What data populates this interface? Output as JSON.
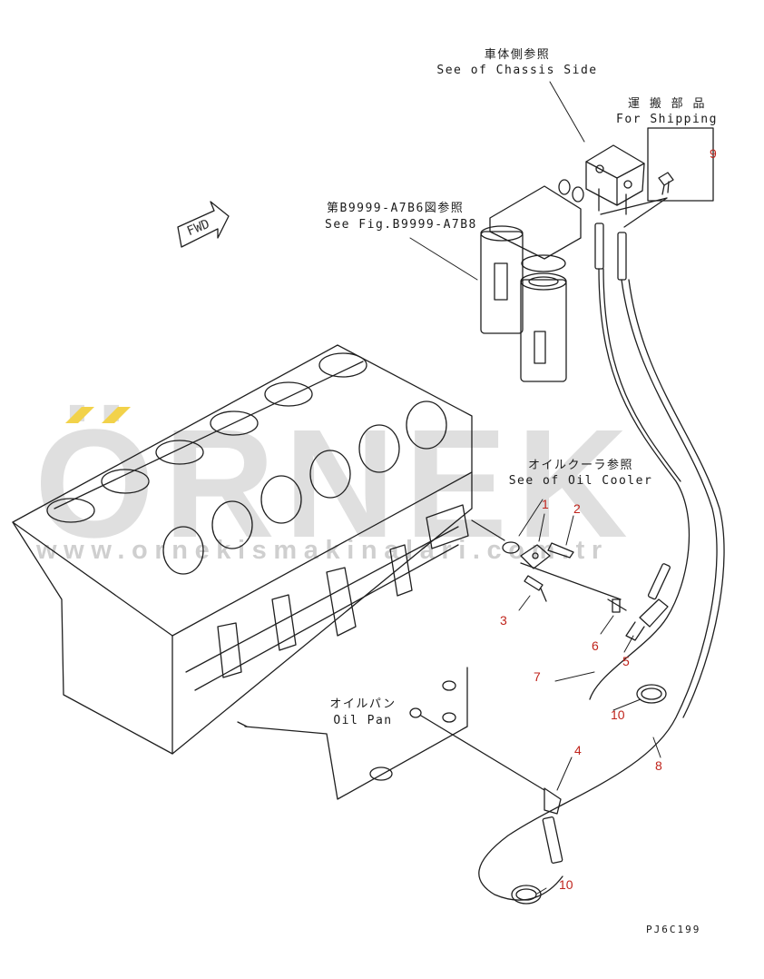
{
  "watermark": {
    "brand": "ÖRNEK",
    "url": "www.ornekismakinalari.com.tr"
  },
  "labels": {
    "chassis_jp": "車体側参照",
    "chassis_en": "See of Chassis Side",
    "shipping_jp": "運 搬 部 品",
    "shipping_en": "For Shipping",
    "fig_jp": "第B9999-A7B6図参照",
    "fig_en": "See Fig.B9999-A7B8",
    "cooler_jp": "オイルクーラ参照",
    "cooler_en": "See of Oil Cooler",
    "pan_jp": "オイルパン",
    "pan_en": "Oil Pan",
    "fwd": "FWD",
    "drawing_code": "PJ6C199"
  },
  "callouts": [
    "1",
    "2",
    "3",
    "4",
    "5",
    "6",
    "7",
    "8",
    "9",
    "10",
    "10"
  ],
  "colors": {
    "line": "#1f1f1f",
    "callout": "#c0241c",
    "watermark": "#cfcfcf",
    "watermark_accent": "#f2d24a"
  }
}
